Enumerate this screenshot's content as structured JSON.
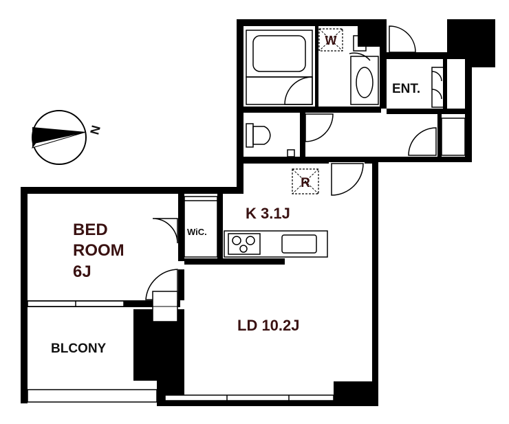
{
  "compass": {
    "north_label": "N"
  },
  "rooms": {
    "entrance": "ENT.",
    "washer": "W",
    "fridge": "R",
    "kitchen": "K 3.1J",
    "wic": "WiC.",
    "bedroom_line1": "BED",
    "bedroom_line2": "ROOM",
    "bedroom_line3": "6J",
    "living": "LD 10.2J",
    "balcony": "BLCONY"
  },
  "colors": {
    "wall": "#000000",
    "room_text": "#3a1212",
    "fixture_line": "#000000"
  }
}
